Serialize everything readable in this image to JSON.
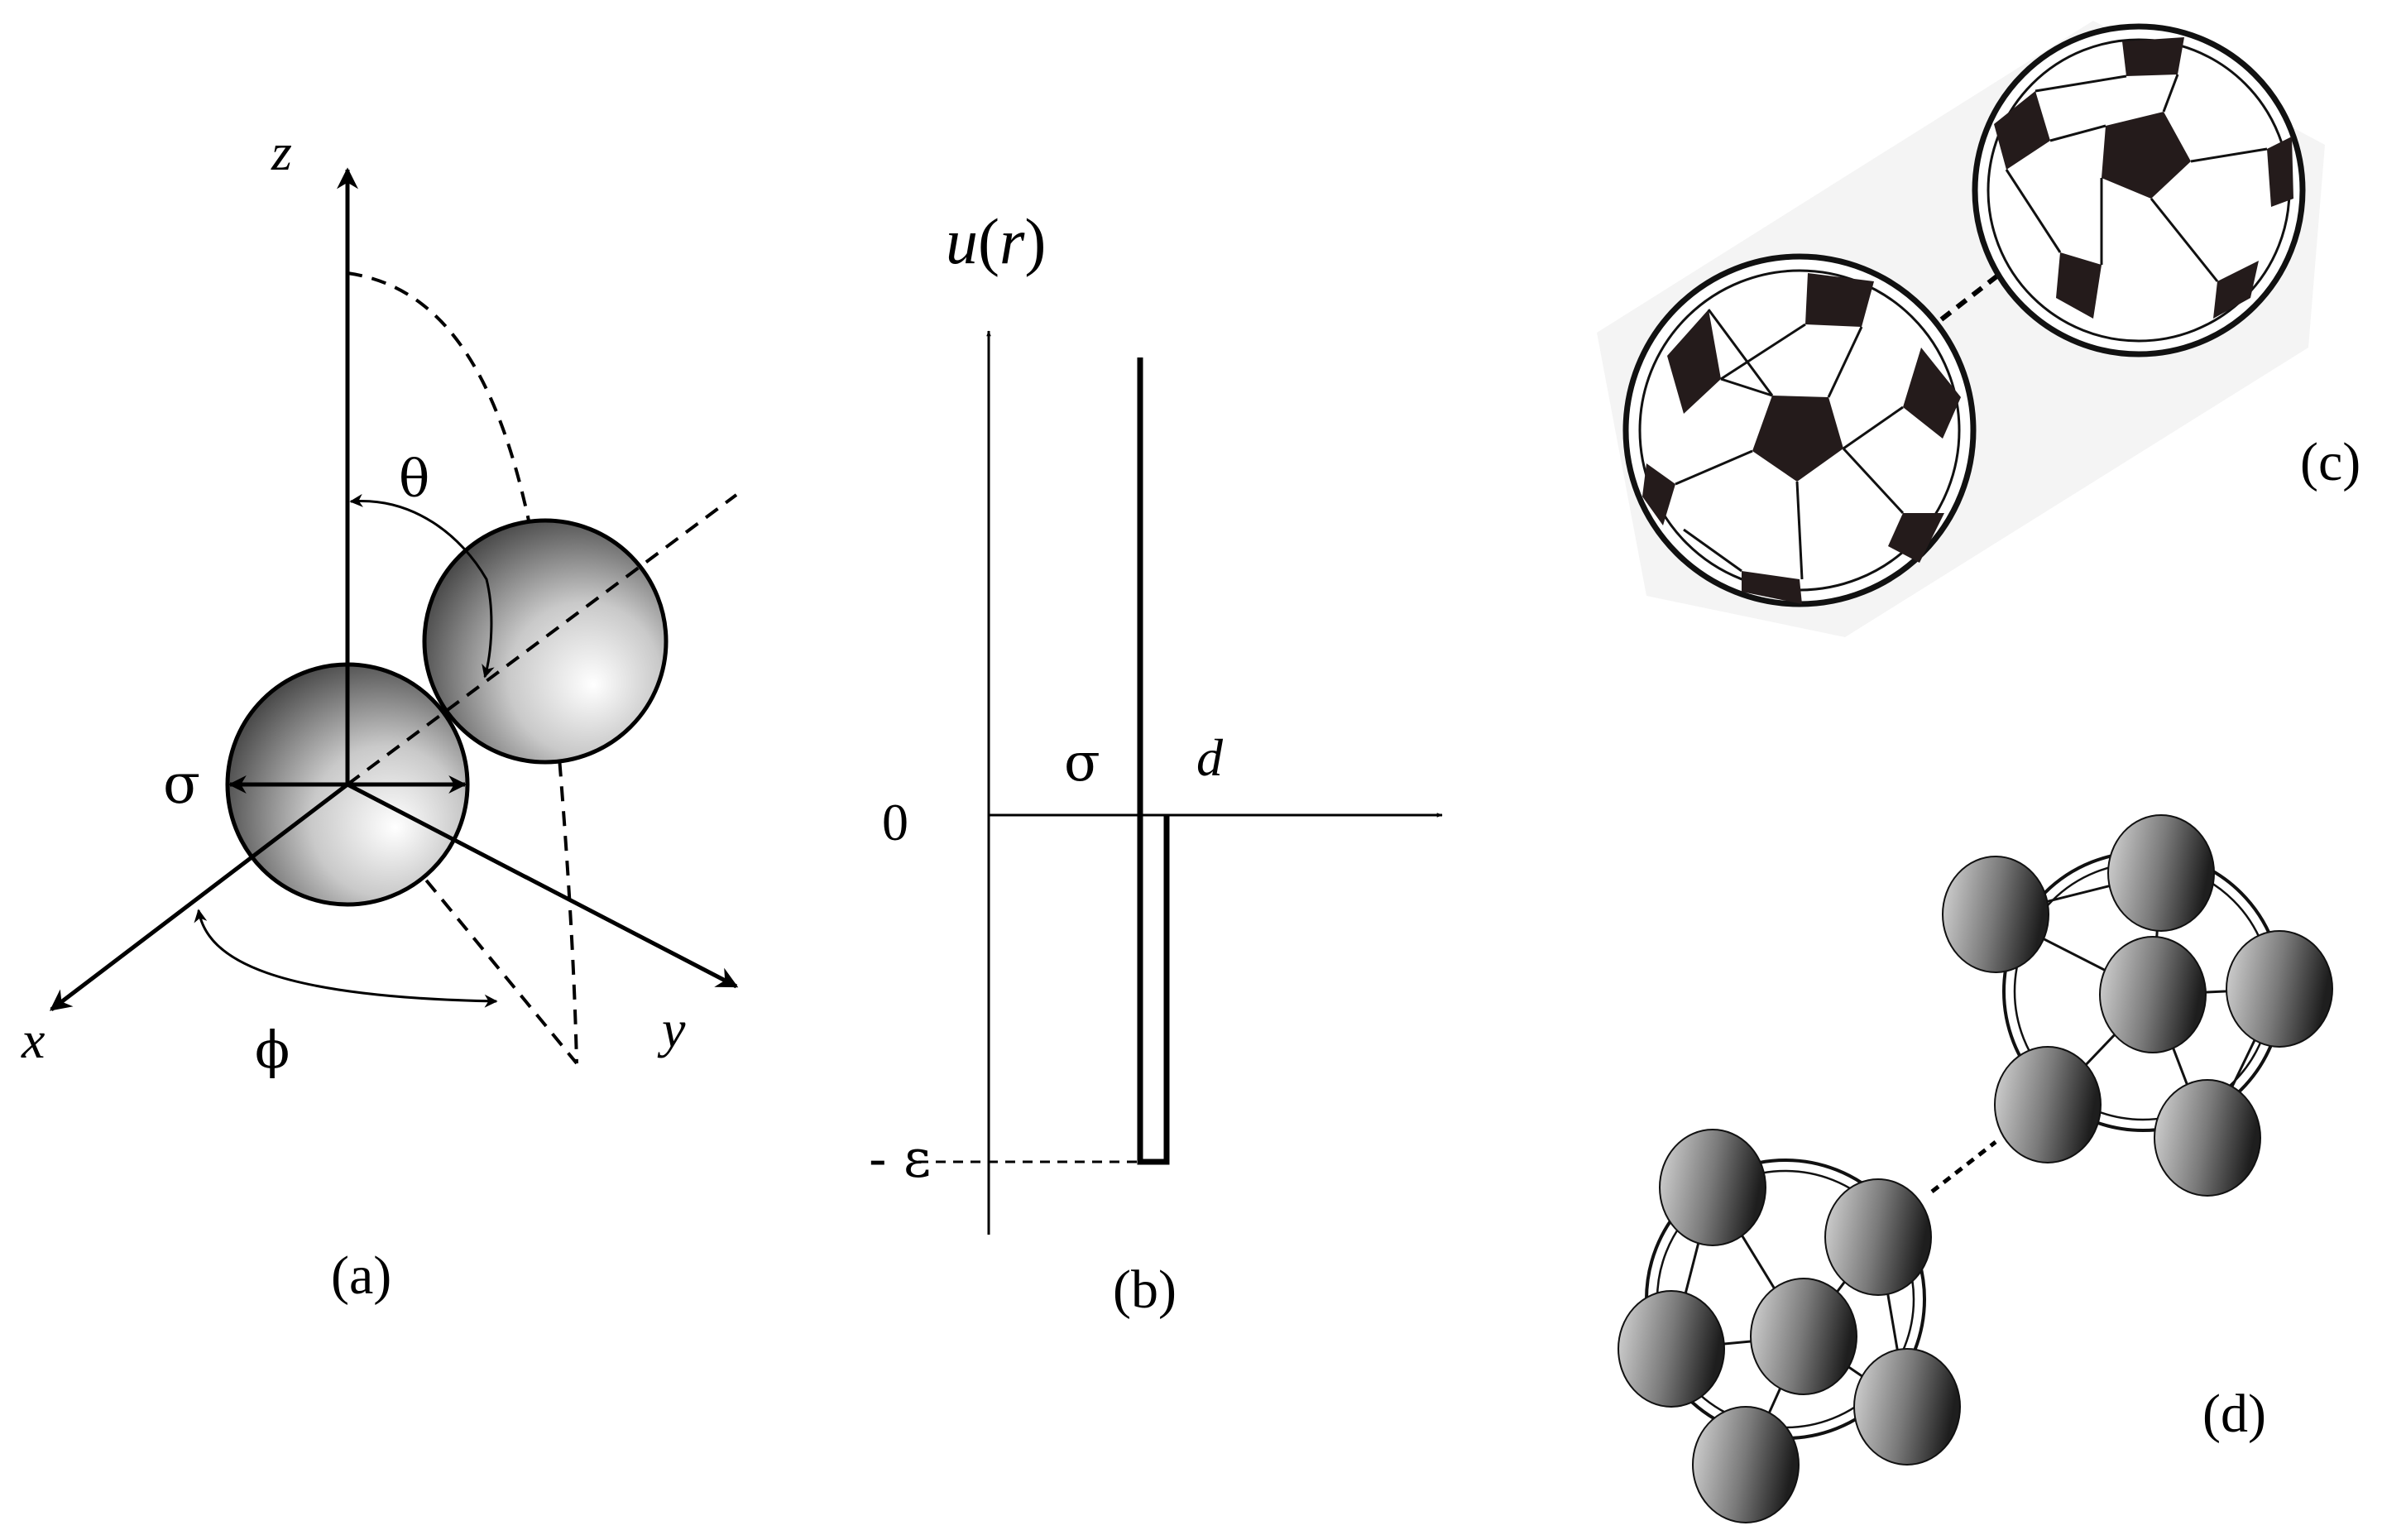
{
  "panels": {
    "a": {
      "caption": "(a)",
      "axis_labels": {
        "z": "z",
        "x": "x",
        "y": "y"
      },
      "angle_labels": {
        "theta": "θ",
        "phi": "ϕ"
      },
      "diameter_label": "σ"
    },
    "b": {
      "caption": "(b)",
      "ylabel": "u(r)",
      "zero_label": "0",
      "neg_eps_label": "- ε",
      "sigma_label": "σ",
      "d_label": "d"
    },
    "c": {
      "caption": "(c)"
    },
    "d": {
      "caption": "(d)"
    }
  },
  "colors": {
    "ink": "#000000",
    "sphere_light": "#ffffff",
    "sphere_dark": "#444444",
    "patch": "#2a2020"
  }
}
